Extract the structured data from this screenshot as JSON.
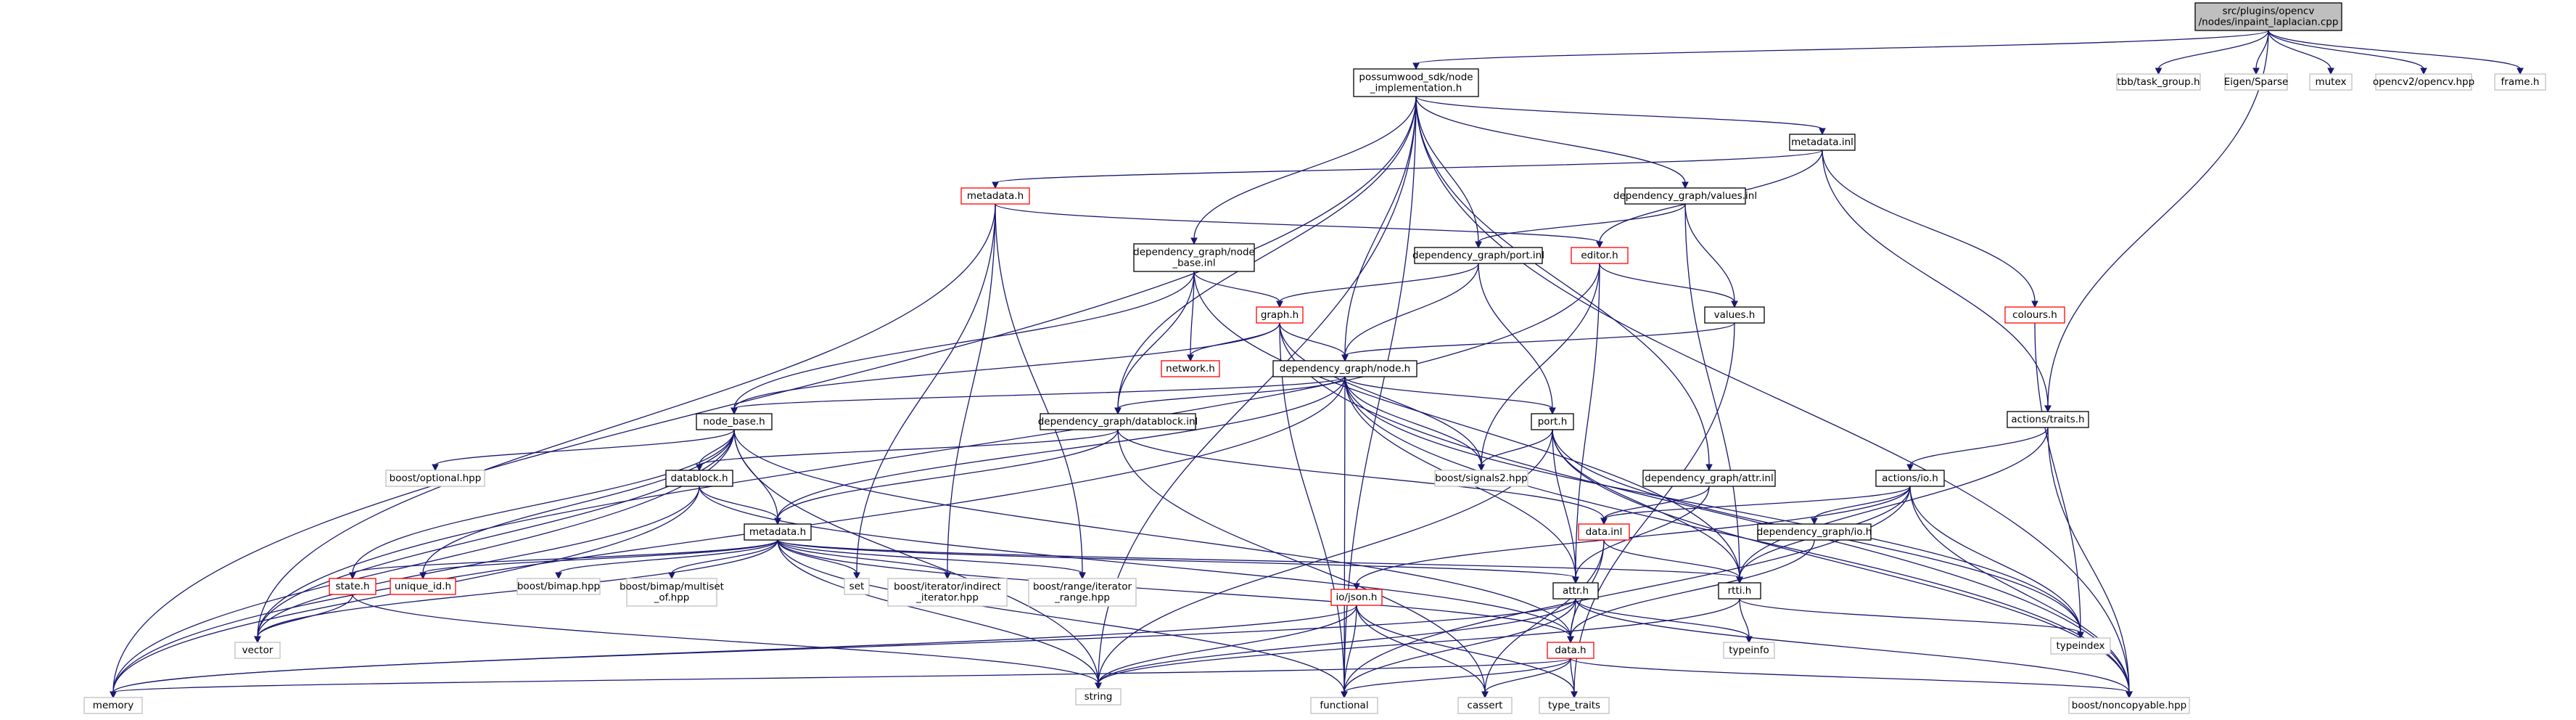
{
  "graph": {
    "title": "src/plugins/opencv/nodes/inpaint_laplacian.cpp",
    "colors": {
      "edge": "#191970",
      "root_fill": "#bfbfbf",
      "normal_border": "#000000",
      "missing_border": "#ff0000",
      "system_border": "#bfbfbf",
      "text": "#000000"
    },
    "nodes": [
      {
        "id": "root",
        "lines": [
          "src/plugins/opencv",
          "/nodes/inpaint_laplacian.cpp"
        ],
        "style": "root"
      },
      {
        "id": "node_impl",
        "lines": [
          "possumwood_sdk/node",
          "_implementation.h"
        ],
        "style": "normal"
      },
      {
        "id": "tbb",
        "lines": [
          "tbb/task_group.h"
        ],
        "style": "system"
      },
      {
        "id": "eigen",
        "lines": [
          "Eigen/Sparse"
        ],
        "style": "system"
      },
      {
        "id": "mutex",
        "lines": [
          "mutex"
        ],
        "style": "system"
      },
      {
        "id": "opencv2",
        "lines": [
          "opencv2/opencv.hpp"
        ],
        "style": "system"
      },
      {
        "id": "frame",
        "lines": [
          "frame.h"
        ],
        "style": "system"
      },
      {
        "id": "metadata_inl",
        "lines": [
          "metadata.inl"
        ],
        "style": "normal"
      },
      {
        "id": "metadata_h_red",
        "lines": [
          "metadata.h"
        ],
        "style": "missing"
      },
      {
        "id": "values_inl",
        "lines": [
          "dependency_graph/values.inl"
        ],
        "style": "normal"
      },
      {
        "id": "node_base_inl",
        "lines": [
          "dependency_graph/node",
          "_base.inl"
        ],
        "style": "normal"
      },
      {
        "id": "port_inl",
        "lines": [
          "dependency_graph/port.inl"
        ],
        "style": "normal"
      },
      {
        "id": "editor",
        "lines": [
          "editor.h"
        ],
        "style": "missing"
      },
      {
        "id": "colours",
        "lines": [
          "colours.h"
        ],
        "style": "missing"
      },
      {
        "id": "graph_h",
        "lines": [
          "graph.h"
        ],
        "style": "missing"
      },
      {
        "id": "values_h",
        "lines": [
          "values.h"
        ],
        "style": "normal"
      },
      {
        "id": "network",
        "lines": [
          "network.h"
        ],
        "style": "missing"
      },
      {
        "id": "dg_node",
        "lines": [
          "dependency_graph/node.h"
        ],
        "style": "normal"
      },
      {
        "id": "actions_traits",
        "lines": [
          "actions/traits.h"
        ],
        "style": "normal"
      },
      {
        "id": "node_base_h",
        "lines": [
          "node_base.h"
        ],
        "style": "normal"
      },
      {
        "id": "datablock_inl",
        "lines": [
          "dependency_graph/datablock.inl"
        ],
        "style": "normal"
      },
      {
        "id": "port_h",
        "lines": [
          "port.h"
        ],
        "style": "normal"
      },
      {
        "id": "boost_optional",
        "lines": [
          "boost/optional.hpp"
        ],
        "style": "system"
      },
      {
        "id": "signals2",
        "lines": [
          "boost/signals2.hpp"
        ],
        "style": "system"
      },
      {
        "id": "attr_inl",
        "lines": [
          "dependency_graph/attr.inl"
        ],
        "style": "normal"
      },
      {
        "id": "actions_io",
        "lines": [
          "actions/io.h"
        ],
        "style": "normal"
      },
      {
        "id": "datablock_h",
        "lines": [
          "datablock.h"
        ],
        "style": "normal"
      },
      {
        "id": "data_inl",
        "lines": [
          "data.inl"
        ],
        "style": "missing"
      },
      {
        "id": "dg_io",
        "lines": [
          "dependency_graph/io.h"
        ],
        "style": "normal"
      },
      {
        "id": "metadata_h",
        "lines": [
          "metadata.h"
        ],
        "style": "normal"
      },
      {
        "id": "state_h",
        "lines": [
          "state.h"
        ],
        "style": "missing"
      },
      {
        "id": "unique_id",
        "lines": [
          "unique_id.h"
        ],
        "style": "missing"
      },
      {
        "id": "bimap",
        "lines": [
          "boost/bimap.hpp"
        ],
        "style": "system"
      },
      {
        "id": "bimap_multiset",
        "lines": [
          "boost/bimap/multiset",
          "_of.hpp"
        ],
        "style": "system"
      },
      {
        "id": "set",
        "lines": [
          "set"
        ],
        "style": "system"
      },
      {
        "id": "indirect_iter",
        "lines": [
          "boost/iterator/indirect",
          "_iterator.hpp"
        ],
        "style": "system"
      },
      {
        "id": "iter_range",
        "lines": [
          "boost/range/iterator",
          "_range.hpp"
        ],
        "style": "system"
      },
      {
        "id": "io_json",
        "lines": [
          "io/json.h"
        ],
        "style": "missing"
      },
      {
        "id": "attr_h",
        "lines": [
          "attr.h"
        ],
        "style": "normal"
      },
      {
        "id": "rtti_h",
        "lines": [
          "rtti.h"
        ],
        "style": "normal"
      },
      {
        "id": "typeindex",
        "lines": [
          "typeindex"
        ],
        "style": "system"
      },
      {
        "id": "vector",
        "lines": [
          "vector"
        ],
        "style": "system"
      },
      {
        "id": "string",
        "lines": [
          "string"
        ],
        "style": "system"
      },
      {
        "id": "data_h",
        "lines": [
          "data.h"
        ],
        "style": "missing"
      },
      {
        "id": "typeinfo",
        "lines": [
          "typeinfo"
        ],
        "style": "system"
      },
      {
        "id": "memory",
        "lines": [
          "memory"
        ],
        "style": "system"
      },
      {
        "id": "functional",
        "lines": [
          "functional"
        ],
        "style": "system"
      },
      {
        "id": "cassert",
        "lines": [
          "cassert"
        ],
        "style": "system"
      },
      {
        "id": "type_traits",
        "lines": [
          "type_traits"
        ],
        "style": "system"
      },
      {
        "id": "noncopyable",
        "lines": [
          "boost/noncopyable.hpp"
        ],
        "style": "system"
      }
    ],
    "edges": [
      [
        "root",
        "node_impl"
      ],
      [
        "root",
        "tbb"
      ],
      [
        "root",
        "eigen"
      ],
      [
        "root",
        "mutex"
      ],
      [
        "root",
        "opencv2"
      ],
      [
        "root",
        "frame"
      ],
      [
        "root",
        "actions_traits"
      ],
      [
        "node_impl",
        "metadata_inl"
      ],
      [
        "node_impl",
        "values_inl"
      ],
      [
        "node_impl",
        "node_base_inl"
      ],
      [
        "node_impl",
        "port_inl"
      ],
      [
        "node_impl",
        "dg_node"
      ],
      [
        "node_impl",
        "datablock_inl"
      ],
      [
        "node_impl",
        "attr_inl"
      ],
      [
        "node_impl",
        "memory"
      ],
      [
        "node_impl",
        "string"
      ],
      [
        "node_impl",
        "functional"
      ],
      [
        "node_impl",
        "noncopyable"
      ],
      [
        "metadata_inl",
        "metadata_h_red"
      ],
      [
        "metadata_inl",
        "editor"
      ],
      [
        "metadata_inl",
        "colours"
      ],
      [
        "metadata_inl",
        "actions_traits"
      ],
      [
        "metadata_h_red",
        "editor"
      ],
      [
        "metadata_h_red",
        "vector"
      ],
      [
        "metadata_h_red",
        "set"
      ],
      [
        "metadata_h_red",
        "indirect_iter"
      ],
      [
        "metadata_h_red",
        "iter_range"
      ],
      [
        "values_inl",
        "port_inl"
      ],
      [
        "values_inl",
        "values_h"
      ],
      [
        "values_inl",
        "rtti_h"
      ],
      [
        "node_base_inl",
        "graph_h"
      ],
      [
        "node_base_inl",
        "network"
      ],
      [
        "node_base_inl",
        "node_base_h"
      ],
      [
        "node_base_inl",
        "datablock_inl"
      ],
      [
        "node_base_inl",
        "rtti_h"
      ],
      [
        "port_inl",
        "graph_h"
      ],
      [
        "port_inl",
        "dg_node"
      ],
      [
        "port_inl",
        "port_h"
      ],
      [
        "editor",
        "values_h"
      ],
      [
        "editor",
        "vector"
      ],
      [
        "editor",
        "signals2"
      ],
      [
        "editor",
        "attr_h"
      ],
      [
        "colours",
        "typeindex"
      ],
      [
        "graph_h",
        "network"
      ],
      [
        "graph_h",
        "dg_node"
      ],
      [
        "graph_h",
        "node_base_h"
      ],
      [
        "graph_h",
        "signals2"
      ],
      [
        "graph_h",
        "functional"
      ],
      [
        "graph_h",
        "noncopyable"
      ],
      [
        "values_h",
        "dg_node"
      ],
      [
        "values_h",
        "type_traits"
      ],
      [
        "dg_node",
        "node_base_h"
      ],
      [
        "dg_node",
        "port_h"
      ],
      [
        "dg_node",
        "datablock_inl"
      ],
      [
        "dg_node",
        "signals2"
      ],
      [
        "dg_node",
        "metadata_h"
      ],
      [
        "dg_node",
        "attr_h"
      ],
      [
        "dg_node",
        "memory"
      ],
      [
        "dg_node",
        "functional"
      ],
      [
        "dg_node",
        "typeindex"
      ],
      [
        "dg_node",
        "noncopyable"
      ],
      [
        "actions_traits",
        "actions_io"
      ],
      [
        "actions_traits",
        "rtti_h"
      ],
      [
        "actions_traits",
        "noncopyable"
      ],
      [
        "node_base_h",
        "boost_optional"
      ],
      [
        "node_base_h",
        "datablock_h"
      ],
      [
        "node_base_h",
        "metadata_h"
      ],
      [
        "node_base_h",
        "state_h"
      ],
      [
        "node_base_h",
        "unique_id"
      ],
      [
        "node_base_h",
        "vector"
      ],
      [
        "node_base_h",
        "memory"
      ],
      [
        "node_base_h",
        "string"
      ],
      [
        "node_base_h",
        "data_h"
      ],
      [
        "datablock_inl",
        "datablock_h"
      ],
      [
        "datablock_inl",
        "metadata_h"
      ],
      [
        "datablock_inl",
        "data_inl"
      ],
      [
        "datablock_inl",
        "cassert"
      ],
      [
        "port_h",
        "signals2"
      ],
      [
        "port_h",
        "attr_h"
      ],
      [
        "port_h",
        "string"
      ],
      [
        "port_h",
        "typeindex"
      ],
      [
        "port_h",
        "noncopyable"
      ],
      [
        "port_h",
        "rtti_h"
      ],
      [
        "attr_inl",
        "attr_h"
      ],
      [
        "attr_inl",
        "data_inl"
      ],
      [
        "actions_io",
        "data_inl"
      ],
      [
        "actions_io",
        "dg_io"
      ],
      [
        "actions_io",
        "io_json"
      ],
      [
        "actions_io",
        "rtti_h"
      ],
      [
        "actions_io",
        "functional"
      ],
      [
        "actions_io",
        "typeindex"
      ],
      [
        "actions_io",
        "noncopyable"
      ],
      [
        "datablock_h",
        "metadata_h"
      ],
      [
        "datablock_h",
        "vector"
      ],
      [
        "datablock_h",
        "memory"
      ],
      [
        "datablock_h",
        "data_h"
      ],
      [
        "data_inl",
        "data_h"
      ],
      [
        "data_inl",
        "rtti_h"
      ],
      [
        "data_inl",
        "cassert"
      ],
      [
        "dg_io",
        "data_h"
      ],
      [
        "metadata_h",
        "state_h"
      ],
      [
        "metadata_h",
        "unique_id"
      ],
      [
        "metadata_h",
        "bimap"
      ],
      [
        "metadata_h",
        "bimap_multiset"
      ],
      [
        "metadata_h",
        "set"
      ],
      [
        "metadata_h",
        "indirect_iter"
      ],
      [
        "metadata_h",
        "iter_range"
      ],
      [
        "metadata_h",
        "attr_h"
      ],
      [
        "metadata_h",
        "vector"
      ],
      [
        "metadata_h",
        "string"
      ],
      [
        "metadata_h",
        "functional"
      ],
      [
        "metadata_h",
        "data_h"
      ],
      [
        "metadata_h",
        "rtti_h"
      ],
      [
        "state_h",
        "vector"
      ],
      [
        "state_h",
        "string"
      ],
      [
        "io_json",
        "string"
      ],
      [
        "io_json",
        "memory"
      ],
      [
        "io_json",
        "functional"
      ],
      [
        "io_json",
        "cassert"
      ],
      [
        "io_json",
        "type_traits"
      ],
      [
        "attr_h",
        "data_h"
      ],
      [
        "attr_h",
        "string"
      ],
      [
        "attr_h",
        "memory"
      ],
      [
        "attr_h",
        "functional"
      ],
      [
        "attr_h",
        "typeinfo"
      ],
      [
        "attr_h",
        "noncopyable"
      ],
      [
        "rtti_h",
        "typeinfo"
      ],
      [
        "rtti_h",
        "string"
      ],
      [
        "rtti_h",
        "typeindex"
      ],
      [
        "data_h",
        "memory"
      ],
      [
        "data_h",
        "functional"
      ],
      [
        "data_h",
        "cassert"
      ],
      [
        "data_h",
        "type_traits"
      ],
      [
        "data_h",
        "noncopyable"
      ]
    ]
  }
}
